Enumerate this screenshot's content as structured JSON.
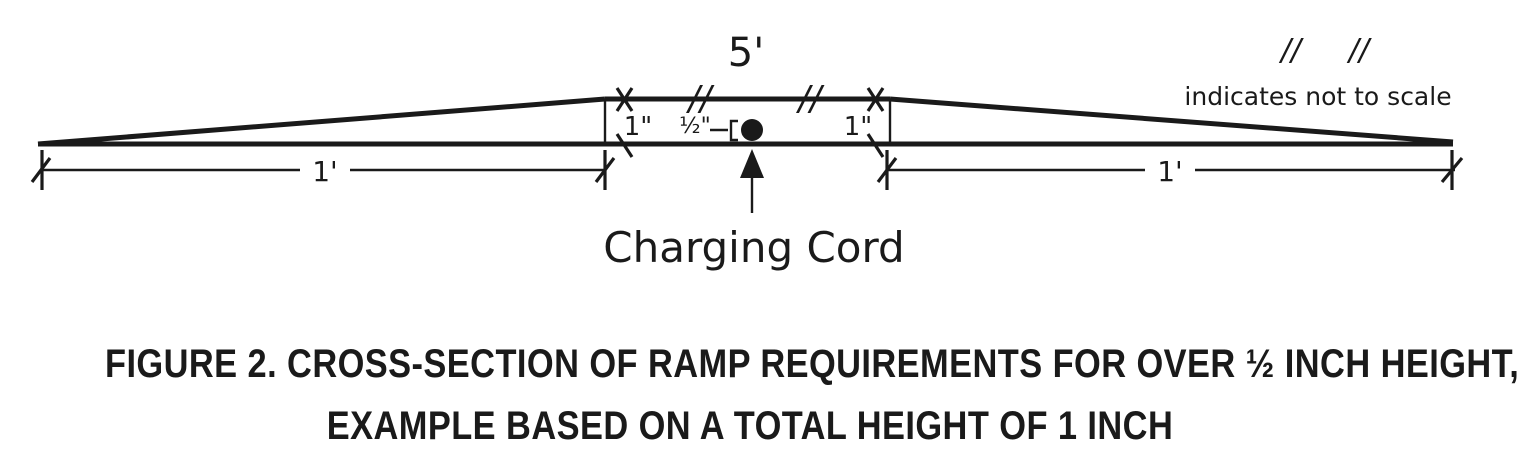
{
  "diagram": {
    "top_width_label": "5'",
    "left_run_label": "1'",
    "right_run_label": "1'",
    "left_height_label": "1\"",
    "right_height_label": "1\"",
    "cord_height_label": "½\"",
    "cord_label": "Charging Cord",
    "legend_symbol": "//     //",
    "legend_text": "indicates not to scale",
    "break_mark_1": "//",
    "break_mark_2": "//"
  },
  "caption": {
    "line1": "FIGURE 2. CROSS-SECTION OF RAMP REQUIREMENTS FOR OVER ½ INCH HEIGHT,",
    "line2": "EXAMPLE BASED ON A TOTAL HEIGHT OF 1 INCH"
  }
}
